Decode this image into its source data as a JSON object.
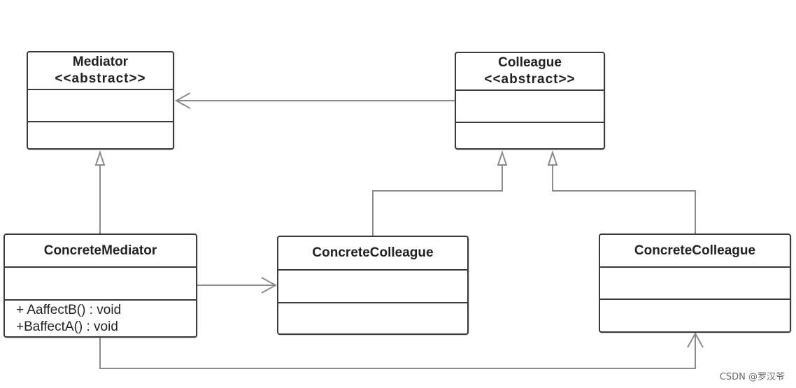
{
  "classes": {
    "mediator": {
      "name": "Mediator",
      "stereotype": "<<abstract>>"
    },
    "colleague": {
      "name": "Colleague",
      "stereotype": "<<abstract>>"
    },
    "concrete_mediator": {
      "name": "ConcreteMediator",
      "operations": [
        "+ AaffectB() : void",
        "+BaffectA() : void"
      ]
    },
    "concrete_colleague_1": {
      "name": "ConcreteColleague"
    },
    "concrete_colleague_2": {
      "name": "ConcreteColleague"
    }
  },
  "relationships": [
    {
      "from": "colleague",
      "to": "mediator",
      "kind": "association"
    },
    {
      "from": "concrete_mediator",
      "to": "mediator",
      "kind": "generalization"
    },
    {
      "from": "concrete_colleague_1",
      "to": "colleague",
      "kind": "generalization"
    },
    {
      "from": "concrete_colleague_2",
      "to": "colleague",
      "kind": "generalization"
    },
    {
      "from": "concrete_mediator",
      "to": "concrete_colleague_1",
      "kind": "association"
    },
    {
      "from": "concrete_mediator",
      "to": "concrete_colleague_2",
      "kind": "association"
    }
  ],
  "watermark": "CSDN @罗汉爷",
  "colors": {
    "line": "#8c8c8c",
    "border": "#3a3a3a"
  }
}
